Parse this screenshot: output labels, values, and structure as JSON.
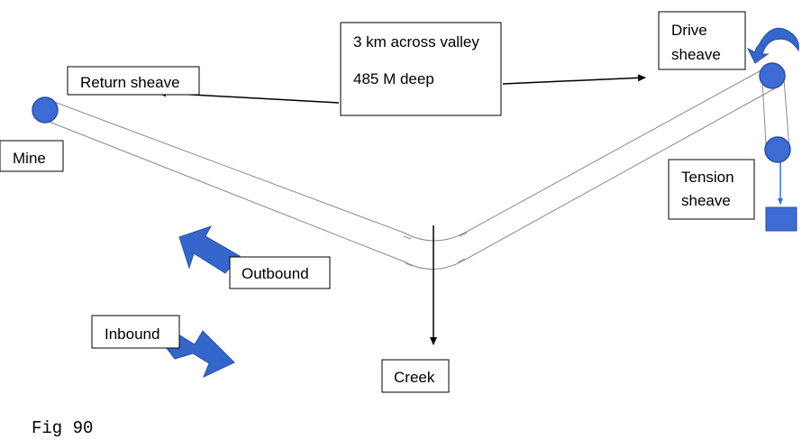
{
  "labels": {
    "valley_line1": "3 km across valley",
    "valley_line2": "485 M deep",
    "drive_line1": "Drive",
    "drive_line2": "sheave",
    "return_sheave": "Return sheave",
    "mine": "Mine",
    "tension_line1": "Tension",
    "tension_line2": "sheave",
    "outbound": "Outbound",
    "inbound": "Inbound",
    "creek": "Creek",
    "figure_caption": "Fig 90"
  },
  "colors": {
    "sheave_fill": "#3d6ad3",
    "sheave_stroke": "#2c4f9e",
    "block_arrow": "#3566c9",
    "cable": "#8a8a8a",
    "text": "#000000"
  },
  "icons": {
    "drive_rotation": "curved-arrow-icon",
    "counterweight": "square-weight-icon"
  }
}
